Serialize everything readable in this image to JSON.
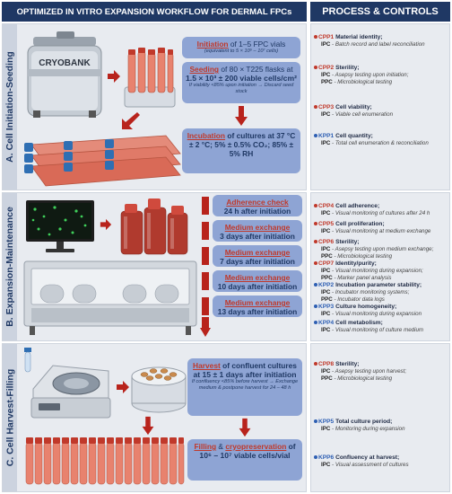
{
  "header": {
    "left_title": "OPTIMIZED IN VITRO EXPANSION WORKFLOW FOR DERMAL FPCs",
    "right_title": "PROCESS & CONTROLS"
  },
  "sections": [
    {
      "label": "A. Cell Initiation-Seeding"
    },
    {
      "label": "B. Expansion-Maintenance"
    },
    {
      "label": "C. Cell Harvest-Filling"
    }
  ],
  "images": {
    "cryobank_label": "CRYOBANK"
  },
  "steps": {
    "initiation": {
      "kw": "Initiation",
      "rest": " of 1–5 FPC vials",
      "note": "(equivalent to 5 × 10⁶ – 10⁷ cells)"
    },
    "seeding": {
      "kw": "Seeding",
      "rest": " of 80 × T225 flasks at",
      "big": "1.5 × 10³ ± 200 viable cells/cm²",
      "note": "If viability <85% upon initiation → Discard seed stock"
    },
    "incubation": {
      "kw": "Incubation",
      "rest": " of cultures at 37 °C ± 2 °C; 5% ± 0.5% CO₂; 85% ± 5% RH"
    },
    "adherence": {
      "kw": "Adherence check",
      "line2": "24 h after initiation"
    },
    "medium": [
      {
        "kw": "Medium exchange",
        "line2": "3 days after initiation"
      },
      {
        "kw": "Medium exchange",
        "line2": "7 days after initiation"
      },
      {
        "kw": "Medium exchange",
        "line2": "10 days after initiation"
      },
      {
        "kw": "Medium exchange",
        "line2": "13 days after initiation"
      }
    ],
    "harvest": {
      "kw": "Harvest",
      "rest": " of confluent cultures",
      "big": "at 15 ± 1 days after initiation",
      "note": "If confluency <85% before harvest → Exchange medium & postpone harvest for 24 – 48 h"
    },
    "filling": {
      "kw": "Filling",
      "mid": " & ",
      "kw2": "cryopreservation",
      "rest": " of",
      "big": "10⁶ – 10⁷ viable cells/vial"
    }
  },
  "controls": [
    {
      "id": "CPP1",
      "kind": "cpp",
      "title": " Material identity;",
      "lines": [
        {
          "tag": "IPC",
          "text": " - Batch record and label reconciliation"
        }
      ]
    },
    {
      "id": "CPP2",
      "kind": "cpp",
      "title": " Sterility;",
      "lines": [
        {
          "tag": "IPC",
          "text": " - Asepsy testing upon initiation;"
        },
        {
          "tag": "PPC",
          "text": " - Microbiological testing"
        }
      ]
    },
    {
      "id": "CPP3",
      "kind": "cpp",
      "title": " Cell viability;",
      "lines": [
        {
          "tag": "IPC",
          "text": " - Viable cell enumeration"
        }
      ]
    },
    {
      "id": "KPP1",
      "kind": "kpp",
      "title": " Cell quantity;",
      "lines": [
        {
          "tag": "IPC",
          "text": " - Total cell enumeration & reconciliation"
        }
      ]
    },
    {
      "id": "CPP4",
      "kind": "cpp",
      "title": " Cell adherence;",
      "lines": [
        {
          "tag": "IPC",
          "text": " - Visual monitoring of cultures after 24 h"
        }
      ]
    },
    {
      "id": "CPP5",
      "kind": "cpp",
      "title": " Cell proliferation;",
      "lines": [
        {
          "tag": "IPC",
          "text": " - Visual monitoring at medium exchange"
        }
      ]
    },
    {
      "id": "CPP6",
      "kind": "cpp",
      "title": " Sterility;",
      "lines": [
        {
          "tag": "IPC",
          "text": " - Asepsy testing upon medium exchange;"
        },
        {
          "tag": "PPC",
          "text": " - Microbiological testing"
        }
      ]
    },
    {
      "id": "CPP7",
      "kind": "cpp",
      "title": " Identity/purity;",
      "lines": [
        {
          "tag": "IPC",
          "text": " - Visual monitoring during expansion;"
        },
        {
          "tag": "PPC",
          "text": " - Marker panel analysis"
        }
      ]
    },
    {
      "id": "KPP2",
      "kind": "kpp",
      "title": " Incubation parameter stability;",
      "lines": [
        {
          "tag": "IPC",
          "text": " - Incubator monitoring systems;"
        },
        {
          "tag": "PPC",
          "text": " - Incubator data logs"
        }
      ]
    },
    {
      "id": "KPP3",
      "kind": "kpp",
      "title": " Culture homogeneity;",
      "lines": [
        {
          "tag": "IPC",
          "text": " - Visual monitoring during expansion"
        }
      ]
    },
    {
      "id": "KPP4",
      "kind": "kpp",
      "title": " Cell metabolism;",
      "lines": [
        {
          "tag": "IPC",
          "text": " - Visual monitoring of culture medium"
        }
      ]
    },
    {
      "id": "CPP8",
      "kind": "cpp",
      "title": " Sterility;",
      "lines": [
        {
          "tag": "IPC",
          "text": " - Asepsy testing upon harvest;"
        },
        {
          "tag": "PPC",
          "text": " - Microbiological testing"
        }
      ]
    },
    {
      "id": "KPP5",
      "kind": "kpp",
      "title": " Total culture period;",
      "lines": [
        {
          "tag": "IPC",
          "text": " - Monitoring during expansion"
        }
      ]
    },
    {
      "id": "KPP6",
      "kind": "kpp",
      "title": " Confluency at harvest;",
      "lines": [
        {
          "tag": "IPC",
          "text": " - Visual assessment of cultures"
        }
      ]
    }
  ]
}
